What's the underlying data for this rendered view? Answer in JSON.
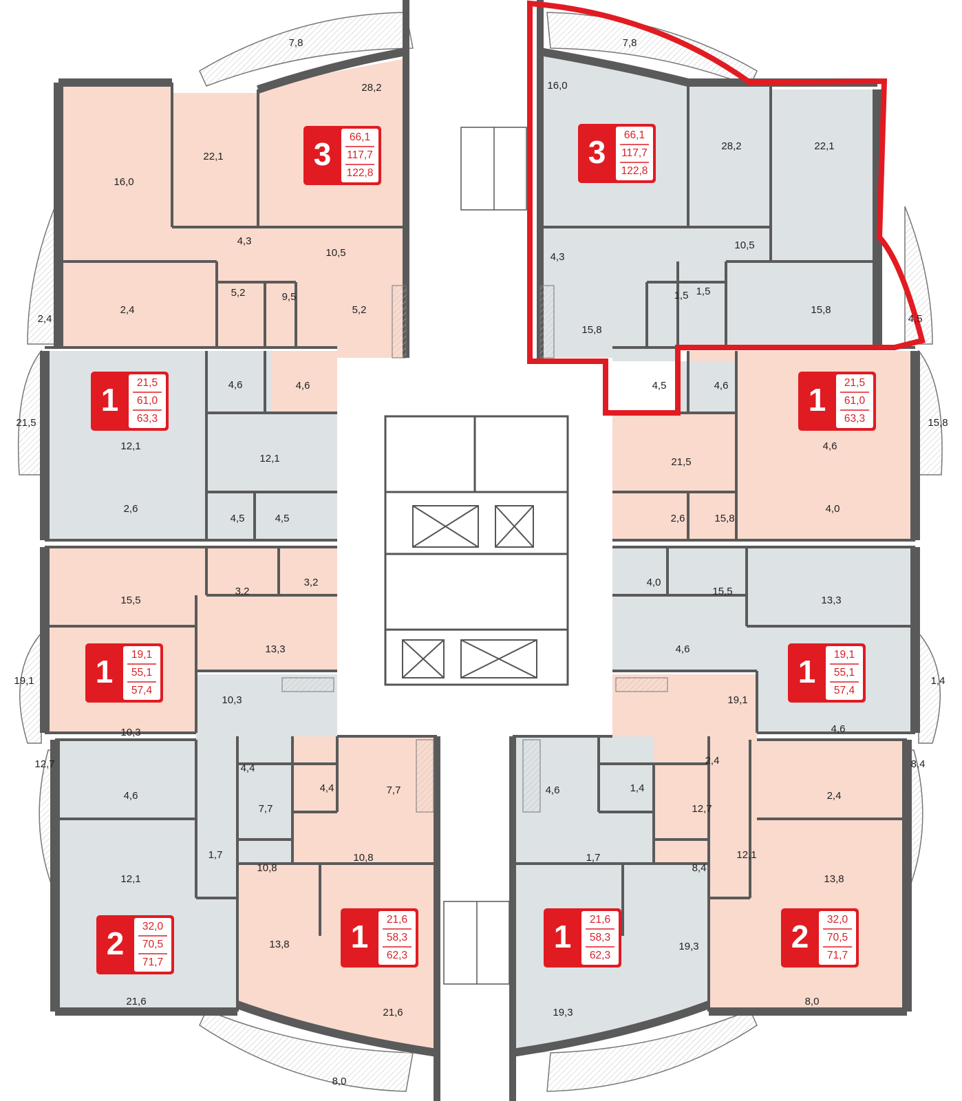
{
  "colors": {
    "pink": "#f9dacd",
    "blue": "#dde2e5",
    "wall": "#585858",
    "accent": "#e11b22",
    "balcony": "#ffffff",
    "hatch": "#c8c8c8"
  },
  "apartments": [
    {
      "id": "tl",
      "rooms": "3",
      "areas": [
        "66,1",
        "117,7",
        "122,8"
      ],
      "color": "pink",
      "interactable": true
    },
    {
      "id": "tr",
      "rooms": "3",
      "areas": [
        "66,1",
        "117,7",
        "122,8"
      ],
      "color": "blue",
      "selected": true,
      "interactable": true
    },
    {
      "id": "l1",
      "rooms": "1",
      "areas": [
        "21,5",
        "61,0",
        "63,3"
      ],
      "color": "blue",
      "interactable": true
    },
    {
      "id": "r1",
      "rooms": "1",
      "areas": [
        "21,5",
        "61,0",
        "63,3"
      ],
      "color": "pink",
      "interactable": true
    },
    {
      "id": "l2",
      "rooms": "1",
      "areas": [
        "19,1",
        "55,1",
        "57,4"
      ],
      "color": "pink",
      "interactable": true
    },
    {
      "id": "r2",
      "rooms": "1",
      "areas": [
        "19,1",
        "55,1",
        "57,4"
      ],
      "color": "blue",
      "interactable": true
    },
    {
      "id": "bl2",
      "rooms": "2",
      "areas": [
        "32,0",
        "70,5",
        "71,7"
      ],
      "color": "blue",
      "interactable": true
    },
    {
      "id": "bl1",
      "rooms": "1",
      "areas": [
        "21,6",
        "58,3",
        "62,3"
      ],
      "color": "pink",
      "interactable": true
    },
    {
      "id": "br1",
      "rooms": "1",
      "areas": [
        "21,6",
        "58,3",
        "62,3"
      ],
      "color": "blue",
      "interactable": true
    },
    {
      "id": "br2",
      "rooms": "2",
      "areas": [
        "32,0",
        "70,5",
        "71,7"
      ],
      "color": "pink",
      "interactable": true
    }
  ],
  "room_labels": [
    "7,8",
    "7,8",
    "28,2",
    "16,0",
    "22,1",
    "28,2",
    "16,0",
    "22,1",
    "4,3",
    "10,5",
    "10,5",
    "4,3",
    "5,2",
    "1,5",
    "9,5",
    "1,5",
    "5,2",
    "15,8",
    "2,4",
    "15,8",
    "2,4",
    "4,5",
    "4,6",
    "4,6",
    "4,5",
    "4,6",
    "21,5",
    "12,1",
    "12,1",
    "21,5",
    "4,6",
    "15,8",
    "2,6",
    "4,5",
    "4,5",
    "2,6",
    "15,8",
    "4,0",
    "3,2",
    "3,2",
    "4,0",
    "15,5",
    "15,5",
    "13,3",
    "13,3",
    "4,6",
    "19,1",
    "10,3",
    "10,3",
    "19,1",
    "4,6",
    "1,4",
    "4,4",
    "4,4",
    "1,4",
    "2,4",
    "12,7",
    "4,6",
    "7,7",
    "7,7",
    "4,6",
    "12,7",
    "2,4",
    "8,4",
    "1,7",
    "10,8",
    "10,8",
    "1,7",
    "8,4",
    "12,1",
    "12,1",
    "13,8",
    "13,8",
    "19,3",
    "21,6",
    "21,6",
    "19,3",
    "8,0",
    "8,0"
  ]
}
